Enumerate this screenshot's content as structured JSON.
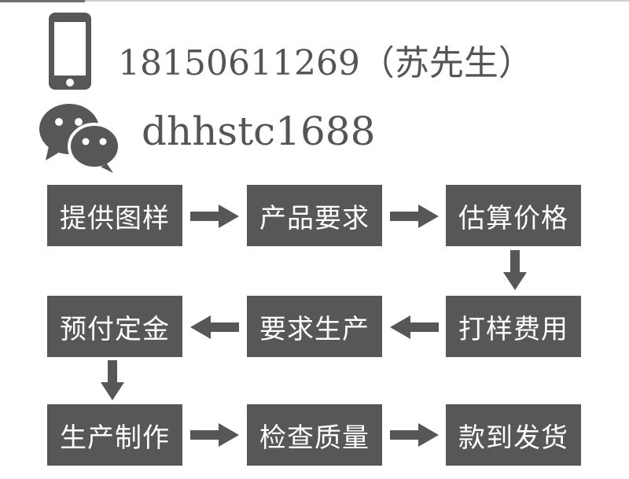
{
  "contact": {
    "phone": "18150611269（苏先生）",
    "wechat": "dhhstc1688"
  },
  "icons": {
    "phone": "mobile-phone-icon",
    "wechat": "wechat-icon"
  },
  "colors": {
    "box": "#575757",
    "arrow": "#575757",
    "text": "#555555"
  },
  "flow": {
    "steps": [
      "提供图样",
      "产品要求",
      "估算价格",
      "打样费用",
      "要求生产",
      "预付定金",
      "生产制作",
      "检查质量",
      "款到发货"
    ]
  }
}
